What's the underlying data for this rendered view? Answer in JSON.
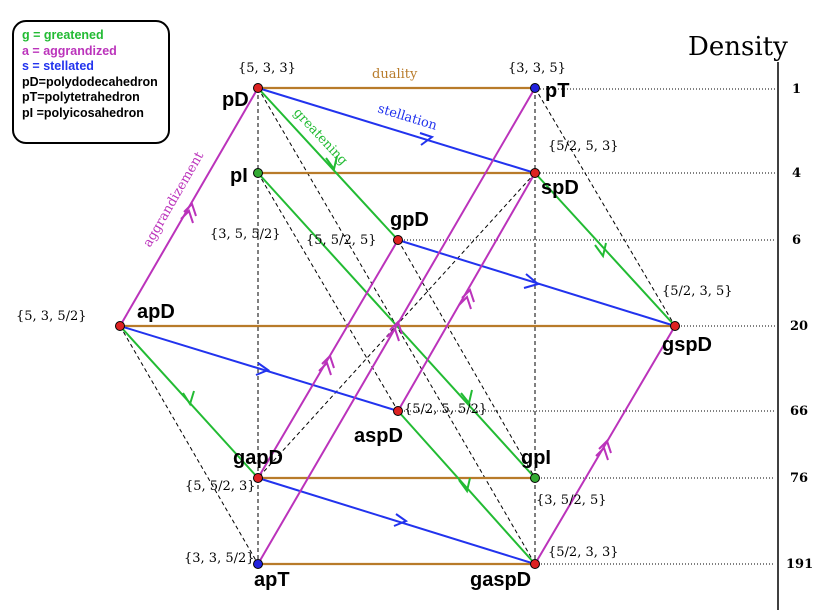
{
  "colors": {
    "greatened": "#22bb33",
    "aggrandized": "#bb33bb",
    "stellated": "#2233ee",
    "duality": "#b87b2a",
    "node_red": "#dd2222",
    "node_green": "#33aa33",
    "node_blue": "#2222dd"
  },
  "legend": {
    "g": "g = greatened",
    "a": "a = aggrandized",
    "s": "s = stellated",
    "pD": "pD=polydodecahedron",
    "pT": "pT=polytetrahedron",
    "pI": "pI =polyicosahedron"
  },
  "edge_labels": {
    "duality": "duality",
    "stellation": "stellation",
    "greatening": "greatening",
    "aggrandizement": "aggrandizement"
  },
  "nodes": {
    "pD": {
      "label": "pD",
      "notation": "{5, 3, 3}"
    },
    "pT": {
      "label": "pT",
      "notation": "{3, 3, 5}"
    },
    "pI": {
      "label": "pI",
      "notation": "{3, 5, 5/2}"
    },
    "spD": {
      "label": "spD",
      "notation": "{5/2, 5, 3}"
    },
    "gpD": {
      "label": "gpD",
      "notation": "{5, 5/2, 5}"
    },
    "gspD": {
      "label": "gspD",
      "notation": "{5/2, 3, 5}"
    },
    "apD": {
      "label": "apD",
      "notation": "{5, 3, 5/2}"
    },
    "aspD": {
      "label": "aspD",
      "notation": "{5/2, 5, 5/2}"
    },
    "gapD": {
      "label": "gapD",
      "notation": "{5, 5/2, 3}"
    },
    "gpI": {
      "label": "gpI",
      "notation": "{3, 5/2, 5}"
    },
    "apT": {
      "label": "apT",
      "notation": "{3, 3, 5/2}"
    },
    "gaspD": {
      "label": "gaspD",
      "notation": "{5/2, 3, 3}"
    }
  },
  "density": {
    "title": "Density",
    "values": [
      "1",
      "4",
      "6",
      "20",
      "66",
      "76",
      "191"
    ]
  }
}
